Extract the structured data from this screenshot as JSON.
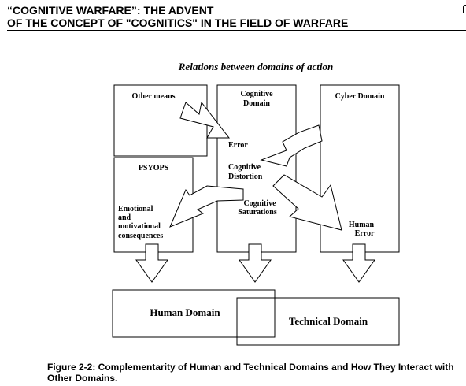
{
  "header": {
    "line1": "“COGNITIVE WARFARE”: THE ADVENT",
    "line2": "OF THE CONCEPT OF \"COGNITICS\" IN THE FIELD OF WARFARE"
  },
  "diagram": {
    "title": "Relations between domains of action",
    "boxes": {
      "other_means": "Other means",
      "cognitive_domain": [
        "Cognitive",
        "Domain"
      ],
      "cyber_domain": "Cyber Domain",
      "psyops": "PSYOPS",
      "human_domain": "Human Domain",
      "technical_domain": "Technical Domain"
    },
    "labels": {
      "error": "Error",
      "cognitive_distortion": [
        "Cognitive",
        "Distortion"
      ],
      "cognitive_saturations": [
        "Cognitive",
        "Saturations"
      ],
      "emotional": [
        "Emotional",
        "and",
        "motivational",
        "consequences"
      ],
      "human_error": [
        "Human",
        "Error"
      ]
    }
  },
  "caption": {
    "line1": "Figure 2-2: Complementarity of Human and Technical Domains and How They Interact with",
    "line2": "Other Domains."
  }
}
